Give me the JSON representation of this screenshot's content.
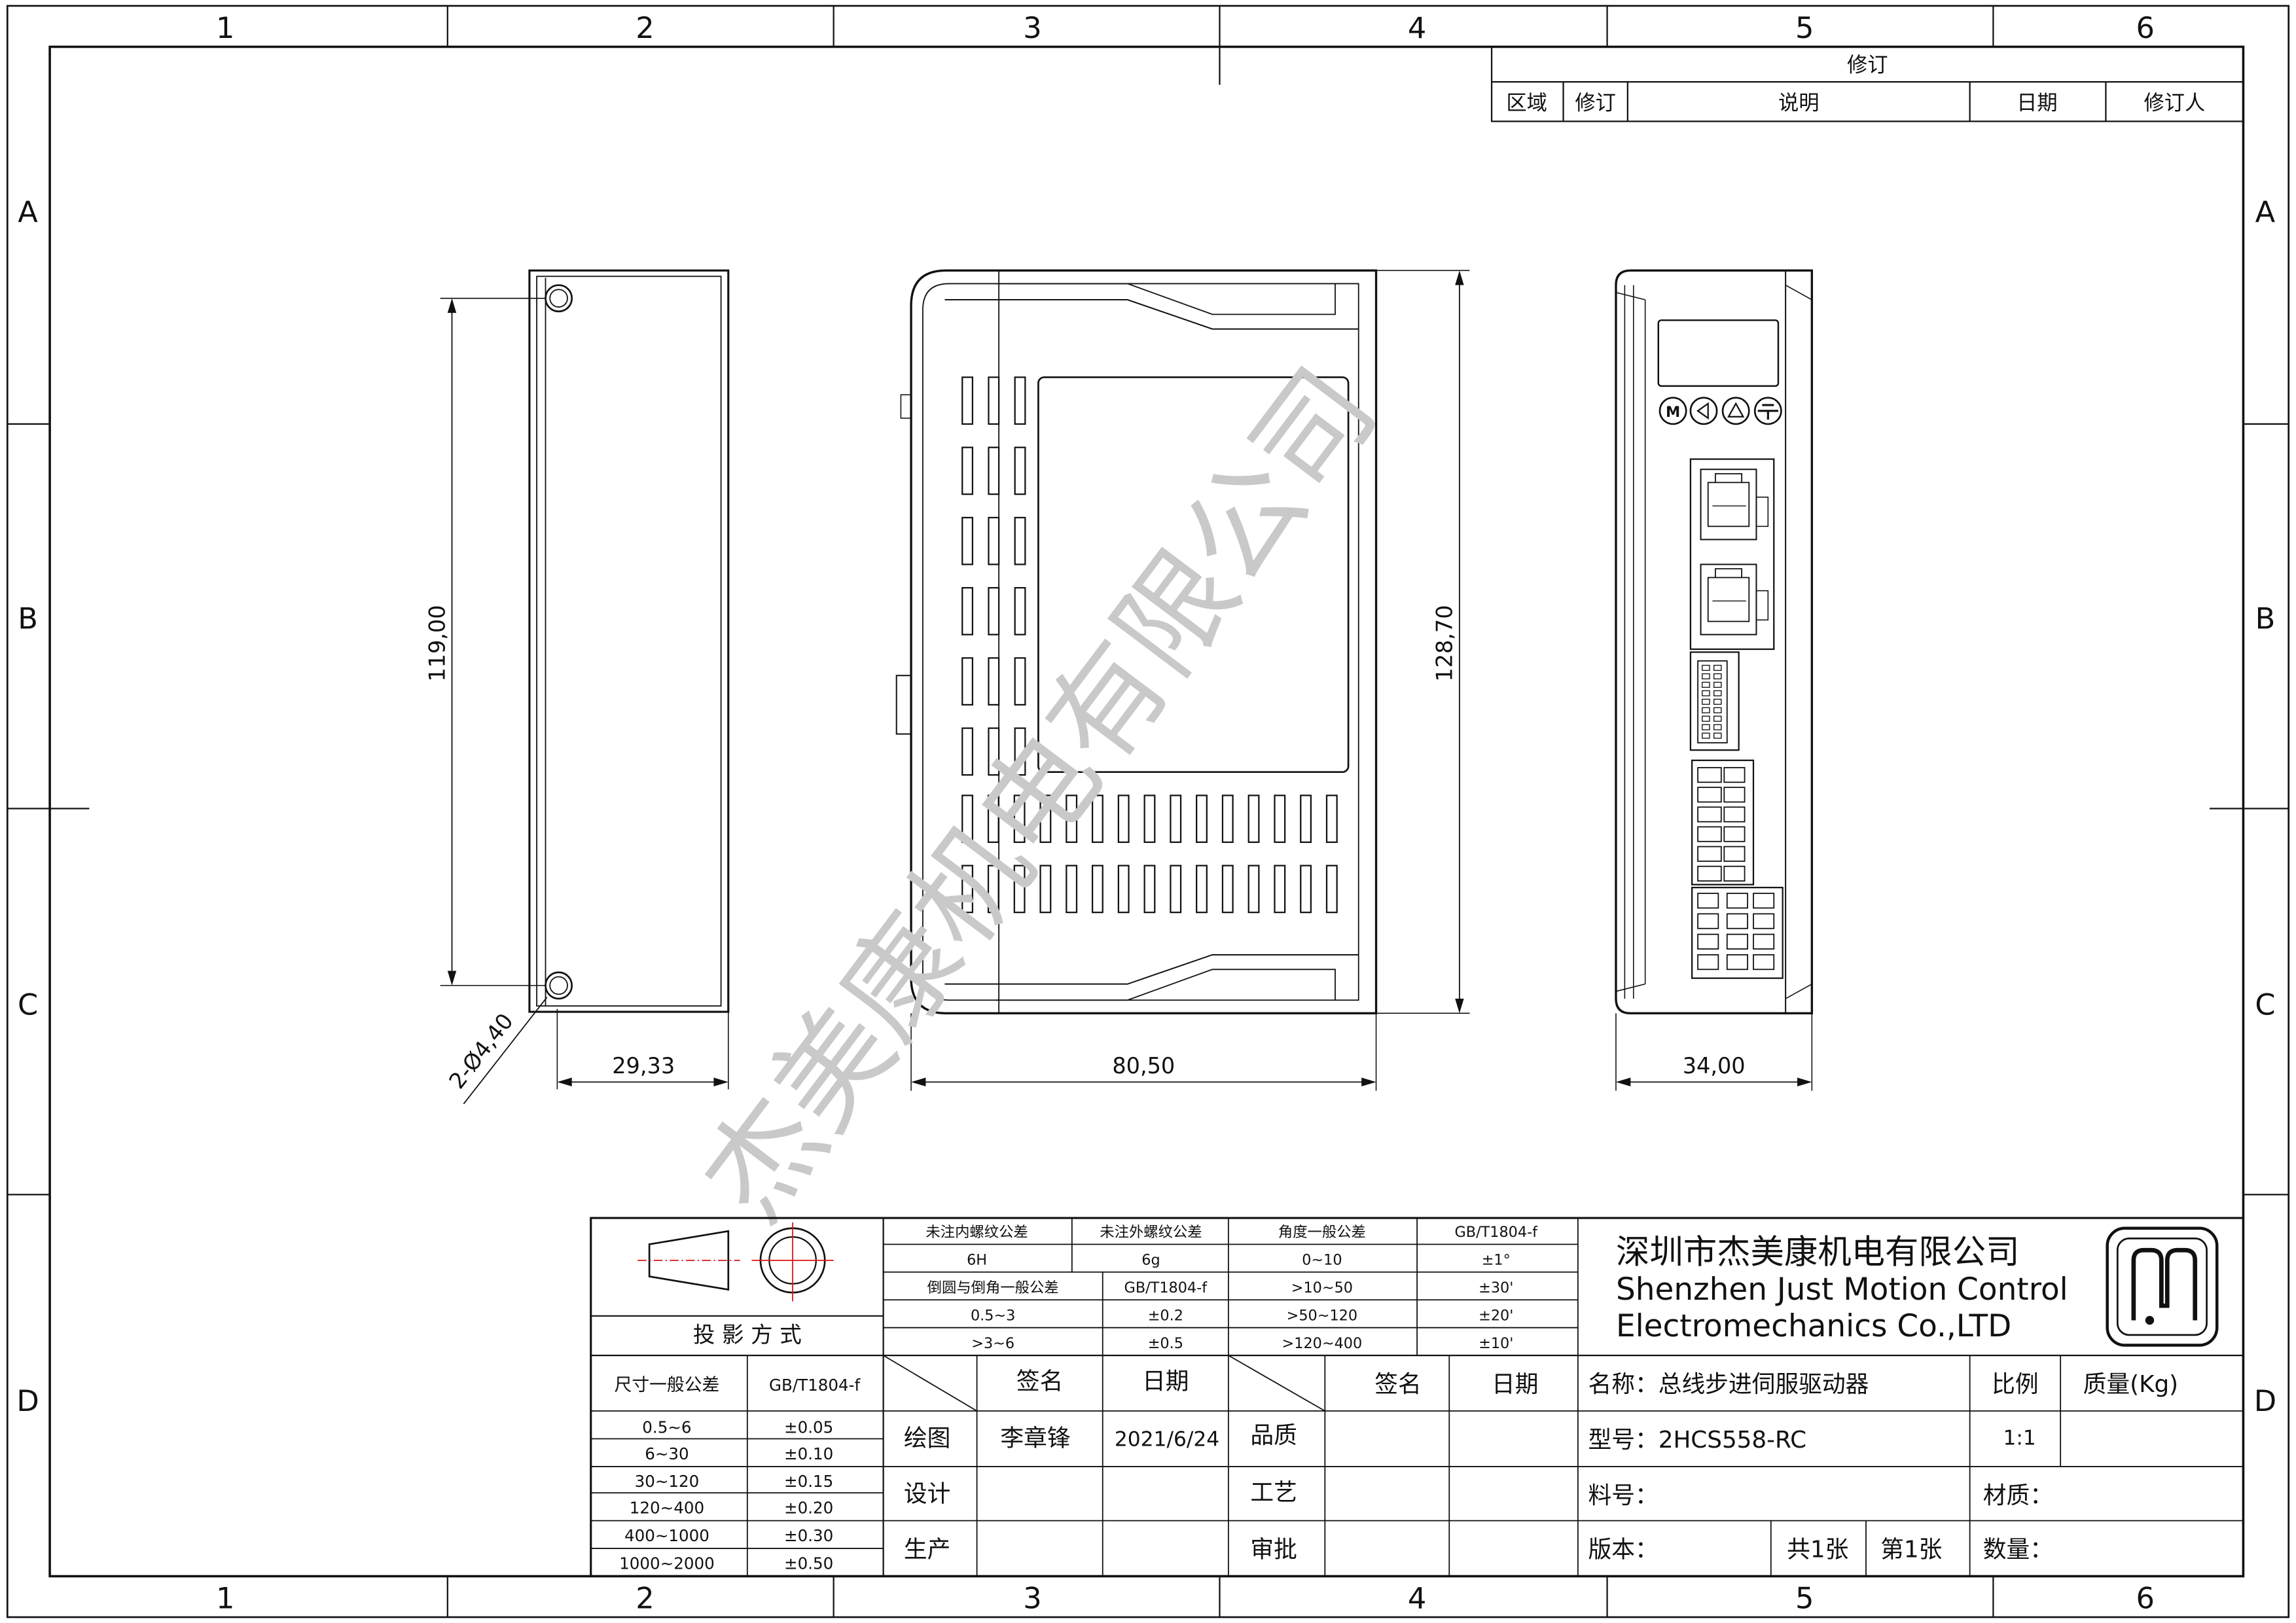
{
  "frame": {
    "columns": [
      "1",
      "2",
      "3",
      "4",
      "5",
      "6"
    ],
    "rows": [
      "A",
      "B",
      "C",
      "D"
    ]
  },
  "revision_table": {
    "title": "修订",
    "headers": [
      "区域",
      "修订",
      "说明",
      "日期",
      "修订人"
    ]
  },
  "dimensions": {
    "side_height": "119,00",
    "side_width": "29,33",
    "hole": "2-Ø4,40",
    "front_width": "80,50",
    "front_height": "128,70",
    "right_width": "34,00"
  },
  "watermark": "杰美康机电有限公司",
  "title_block": {
    "projection_label": "投 影 方 式",
    "tolerance_header": {
      "internal_thread": "未注内螺纹公差",
      "external_thread": "未注外螺纹公差",
      "angle": "角度一般公差",
      "standard": "GB/T1804-f"
    },
    "thread_values": {
      "internal": "6H",
      "external": "6g"
    },
    "chamfer_label": "倒圆与倒角一般公差",
    "chamfer_standard": "GB/T1804-f",
    "chamfer_rows": [
      {
        "range": "0.5~3",
        "tol": "±0.2"
      },
      {
        "range": ">3~6",
        "tol": "±0.5"
      }
    ],
    "angle_rows": [
      {
        "range": "0~10",
        "tol": "±1°"
      },
      {
        "range": ">10~50",
        "tol": "±30'"
      },
      {
        "range": ">50~120",
        "tol": "±20'"
      },
      {
        "range": ">120~400",
        "tol": "±10'"
      }
    ],
    "dim_label": "尺寸一般公差",
    "dim_standard": "GB/T1804-f",
    "dim_rows": [
      {
        "range": "0.5~6",
        "tol": "±0.05"
      },
      {
        "range": "6~30",
        "tol": "±0.10"
      },
      {
        "range": "30~120",
        "tol": "±0.15"
      },
      {
        "range": "120~400",
        "tol": "±0.20"
      },
      {
        "range": "400~1000",
        "tol": "±0.30"
      },
      {
        "range": "1000~2000",
        "tol": "±0.50"
      }
    ],
    "sign_header": {
      "sign": "签名",
      "date": "日期"
    },
    "roles_left": [
      {
        "role": "绘图",
        "name": "李章锋",
        "date": "2021/6/24"
      },
      {
        "role": "设计",
        "name": "",
        "date": ""
      },
      {
        "role": "生产",
        "name": "",
        "date": ""
      }
    ],
    "roles_right": [
      {
        "role": "品质"
      },
      {
        "role": "工艺"
      },
      {
        "role": "审批"
      }
    ],
    "company_cn": "深圳市杰美康机电有限公司",
    "company_en_1": "Shenzhen Just Motion Control",
    "company_en_2": "Electromechanics Co.,LTD",
    "name_field": "名称：总线步进伺服驱动器",
    "model_field": "型号：2HCS558-RC",
    "material_no": "料号：",
    "version": "版本：",
    "total_sheets": "共1张",
    "sheet_no": "第1张",
    "scale_label": "比例",
    "scale_value": "1:1",
    "mass_label": "质量(Kg)",
    "material_label": "材质：",
    "quantity_label": "数量："
  }
}
